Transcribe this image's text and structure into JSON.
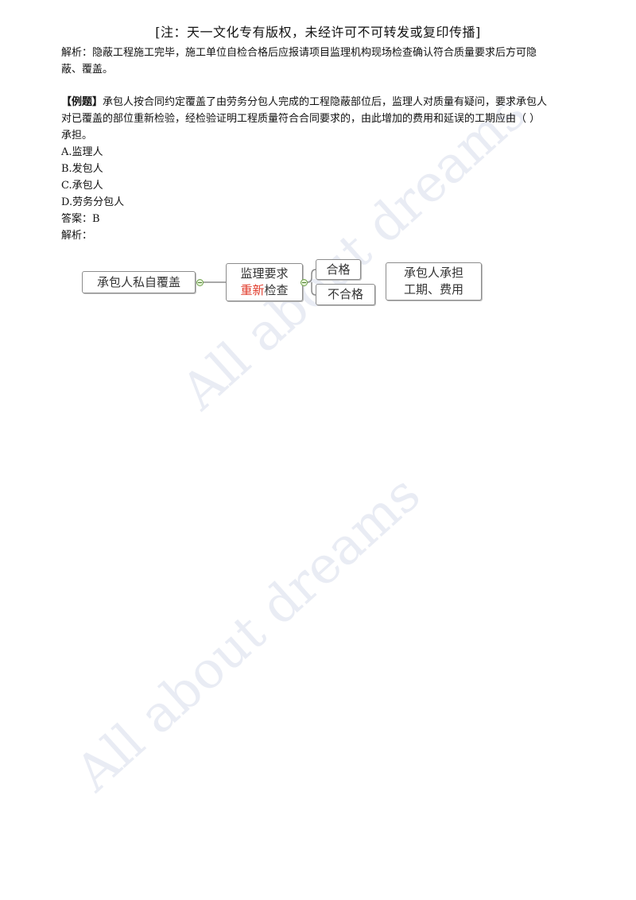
{
  "header": "[注：天一文化专有版权，未经许可不可转发或复印传播]",
  "analysis_prev": {
    "lines": [
      "解析：隐蔽工程施工完毕，施工单位自检合格后应报请项目监理机构现场检查确认符合质量要求后方可隐",
      "蔽、覆盖。"
    ]
  },
  "question": {
    "tag": "【例题】",
    "stem_lines": [
      "承包人按合同约定覆盖了由劳务分包人完成的工程隐蔽部位后，监理人对质量有疑问，要求承包人",
      "对已覆盖的部位重新检验，经检验证明工程质量符合合同要求的，由此增加的费用和延误的工期应由（    ）",
      "承担。"
    ],
    "options": [
      "A.监理人",
      "B.发包人",
      "C.承包人",
      "D.劳务分包人"
    ],
    "answer": "答案：B",
    "analysis_label": "解析："
  },
  "diagram": {
    "root": "承包人私自覆盖",
    "supervisor_line1": "监理要求",
    "supervisor_red": "重新",
    "supervisor_rest": "检查",
    "branch_ok": "合格",
    "branch_fail": "不合格",
    "result_line1": "承包人承担",
    "result_line2": "工期、费用",
    "colors": {
      "highlight": "#e03b2b",
      "expander_fill": "#e5f2d8",
      "expander_border": "#6fa24b"
    }
  },
  "watermark": "All about dreams"
}
